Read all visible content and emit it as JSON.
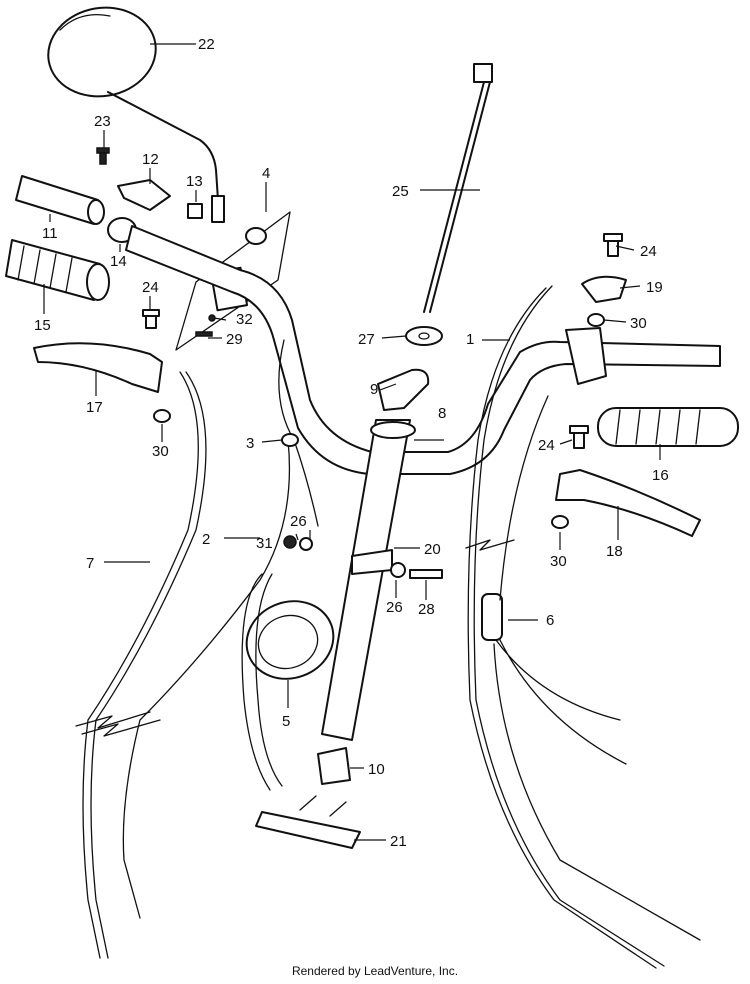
{
  "callouts": [
    {
      "id": "1",
      "label": "1"
    },
    {
      "id": "2",
      "label": "2"
    },
    {
      "id": "3",
      "label": "3"
    },
    {
      "id": "4",
      "label": "4"
    },
    {
      "id": "5",
      "label": "5"
    },
    {
      "id": "6",
      "label": "6"
    },
    {
      "id": "7",
      "label": "7"
    },
    {
      "id": "8",
      "label": "8"
    },
    {
      "id": "9",
      "label": "9"
    },
    {
      "id": "10",
      "label": "10"
    },
    {
      "id": "11",
      "label": "11"
    },
    {
      "id": "12",
      "label": "12"
    },
    {
      "id": "13",
      "label": "13"
    },
    {
      "id": "14",
      "label": "14"
    },
    {
      "id": "15",
      "label": "15"
    },
    {
      "id": "16",
      "label": "16"
    },
    {
      "id": "17",
      "label": "17"
    },
    {
      "id": "18",
      "label": "18"
    },
    {
      "id": "19",
      "label": "19"
    },
    {
      "id": "20",
      "label": "20"
    },
    {
      "id": "21",
      "label": "21"
    },
    {
      "id": "22",
      "label": "22"
    },
    {
      "id": "23",
      "label": "23"
    },
    {
      "id": "24a",
      "label": "24"
    },
    {
      "id": "24b",
      "label": "24"
    },
    {
      "id": "24c",
      "label": "24"
    },
    {
      "id": "25",
      "label": "25"
    },
    {
      "id": "26a",
      "label": "26"
    },
    {
      "id": "26b",
      "label": "26"
    },
    {
      "id": "27",
      "label": "27"
    },
    {
      "id": "28",
      "label": "28"
    },
    {
      "id": "29",
      "label": "29"
    },
    {
      "id": "30a",
      "label": "30"
    },
    {
      "id": "30b",
      "label": "30"
    },
    {
      "id": "30c",
      "label": "30"
    },
    {
      "id": "31",
      "label": "31"
    },
    {
      "id": "32",
      "label": "32"
    }
  ],
  "footer": {
    "text": "Rendered by LeadVenture, Inc."
  }
}
